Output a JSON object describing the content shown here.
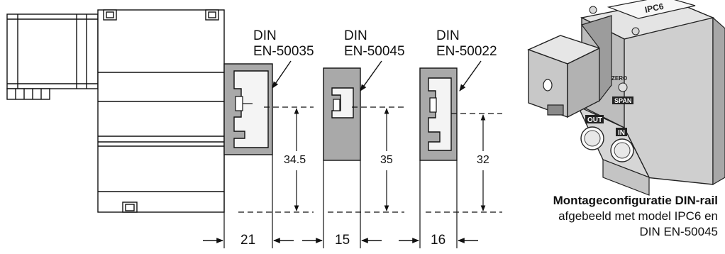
{
  "rails": [
    {
      "line1": "DIN",
      "line2": "EN-50035",
      "height": "34.5",
      "width": "21"
    },
    {
      "line1": "DIN",
      "line2": "EN-50045",
      "height": "35",
      "width": "15"
    },
    {
      "line1": "DIN",
      "line2": "EN-50022",
      "height": "32",
      "width": "16"
    }
  ],
  "caption": {
    "title": "Montageconfiguratie DIN-rail",
    "line2": "afgebeeld met model IPC6 en",
    "line3": "DIN EN-50045"
  },
  "product": {
    "model_label": "IPC6",
    "zero_label": "ZERO",
    "span_label": "SPAN",
    "out_label": "OUT",
    "in_label": "IN"
  }
}
